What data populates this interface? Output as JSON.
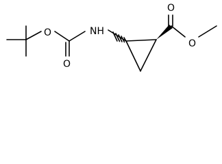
{
  "molecule": {
    "atoms": {
      "carbonyl_oxygen_boc": "O",
      "ester_oxygen_boc": "O",
      "amine_nitrogen": "NH",
      "carbonyl_oxygen_ester": "O",
      "ester_oxygen_methyl": "O"
    },
    "stereo": {
      "nitrogen_bond": "hashed-wedge",
      "ester_bond": "bold-wedge"
    },
    "colors": {
      "bond": "#000000",
      "label": "#000000",
      "background": "#ffffff"
    }
  }
}
